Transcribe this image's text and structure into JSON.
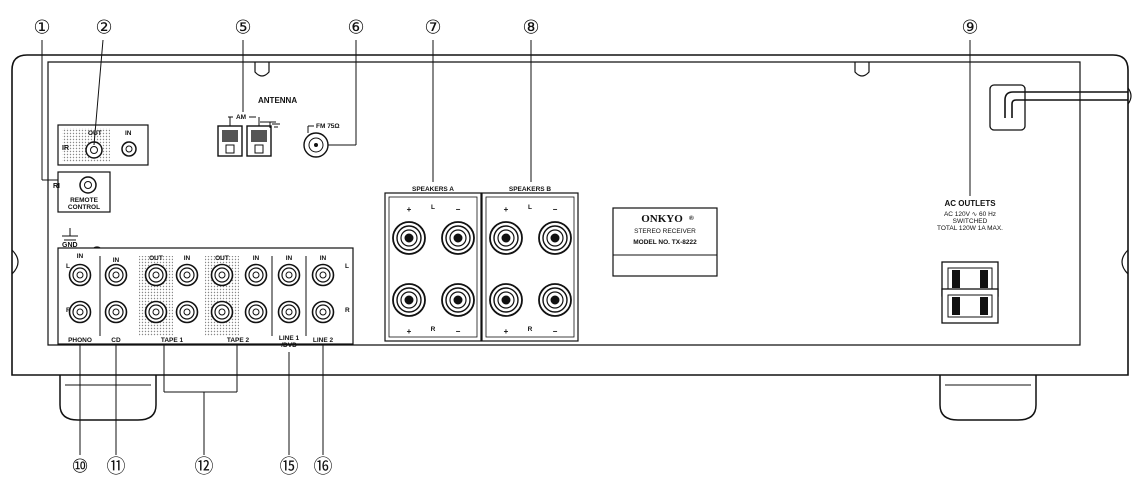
{
  "callouts": {
    "c1": "①",
    "c2": "②",
    "c5": "⑤",
    "c6": "⑥",
    "c7": "⑦",
    "c8": "⑧",
    "c9": "⑨",
    "c10": "⑩",
    "c11": "⑪",
    "c12": "⑫",
    "c15": "⑮",
    "c16": "⑯"
  },
  "ir": {
    "label": "IR",
    "out": "OUT",
    "in": "IN"
  },
  "ri": {
    "label": "RI",
    "caption1": "REMOTE",
    "caption2": "CONTROL"
  },
  "antenna": {
    "title": "ANTENNA",
    "am": "AM",
    "fm": "FM 75Ω"
  },
  "gnd": "GND",
  "speakers_a": {
    "title": "SPEAKERS A",
    "L": "L",
    "R": "R",
    "plus": "+",
    "minus": "−"
  },
  "speakers_b": {
    "title": "SPEAKERS B",
    "L": "L",
    "R": "R",
    "plus": "+",
    "minus": "−"
  },
  "nameplate": {
    "brand": "ONKYO",
    "reg": "®",
    "line1": "STEREO RECEIVER",
    "model": "MODEL NO. TX-8222"
  },
  "ac": {
    "title": "AC OUTLETS",
    "line1": "AC 120V ∿  60 Hz",
    "line2": "SWITCHED",
    "line3": "TOTAL 120W  1A  MAX."
  },
  "inputs": {
    "in": "IN",
    "out": "OUT",
    "L": "L",
    "R": "R",
    "phono": "PHONO",
    "cd": "CD",
    "tape1": "TAPE 1",
    "tape2": "TAPE 2",
    "line1a": "LINE 1",
    "line1b": "/DVD",
    "line2": "LINE 2"
  }
}
